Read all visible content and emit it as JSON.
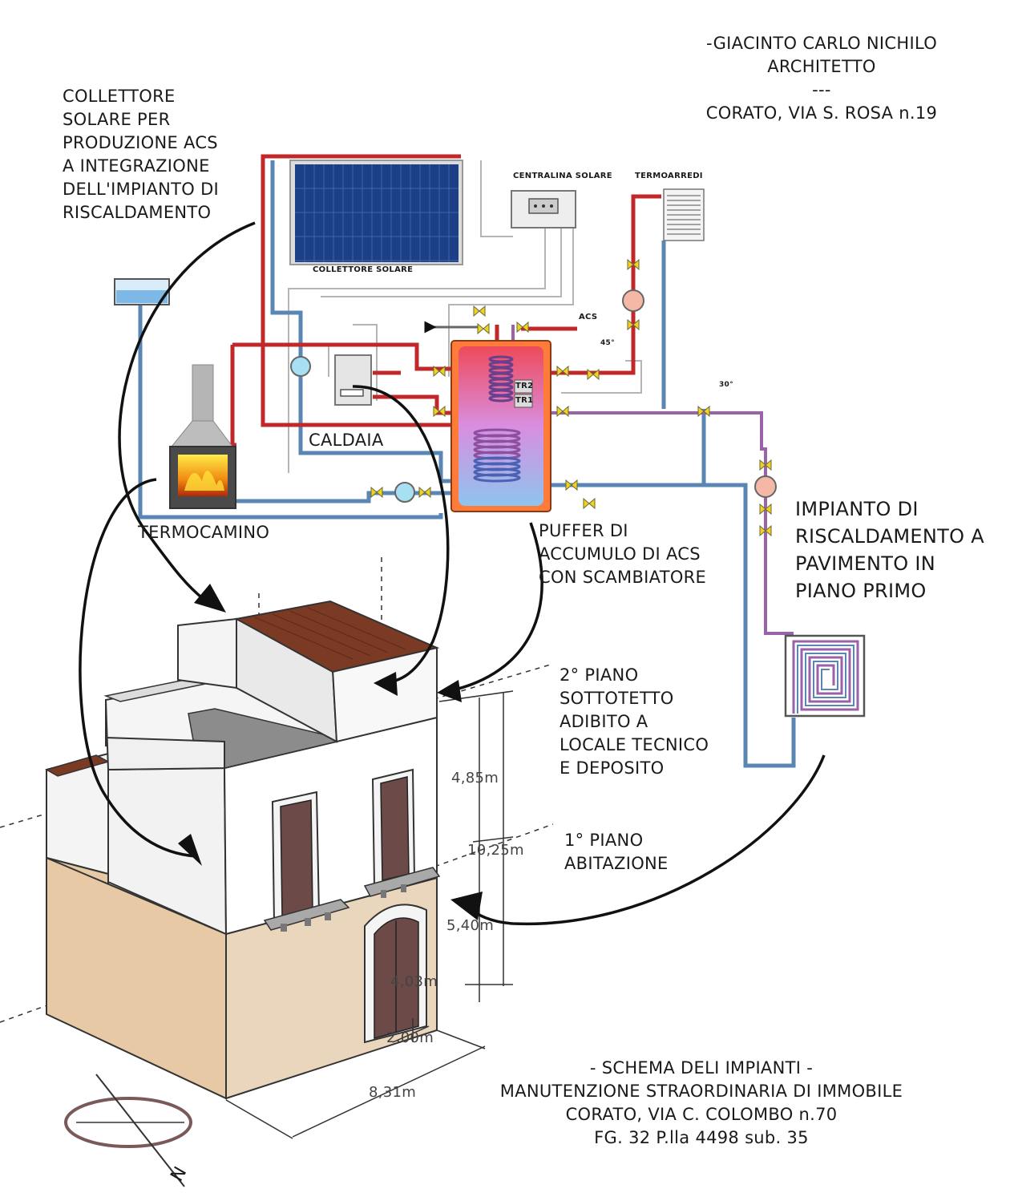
{
  "header": {
    "author": "-GIACINTO CARLO NICHILO",
    "role": "ARCHITETTO",
    "separator": "---",
    "address": "CORATO, VIA S. ROSA n.19"
  },
  "callouts": {
    "collettore": [
      "COLLETTORE",
      "SOLARE PER",
      "PRODUZIONE ACS",
      "A INTEGRAZIONE",
      "DELL'IMPIANTO DI",
      "RISCALDAMENTO"
    ],
    "caldaia": "CALDAIA",
    "termocamino": "TERMOCAMINO",
    "puffer": [
      "PUFFER DI",
      "ACCUMULO DI ACS",
      "CON SCAMBIATORE"
    ],
    "impianto": [
      "IMPIANTO DI",
      "RISCALDAMENTO A",
      "PAVIMENTO IN",
      "PIANO PRIMO"
    ],
    "piano2": [
      "2° PIANO",
      "SOTTOTETTO",
      "ADIBITO A",
      "LOCALE TECNICO",
      "E DEPOSITO"
    ],
    "piano1": [
      "1° PIANO",
      "ABITAZIONE"
    ]
  },
  "schematic_labels": {
    "centralina": "CENTRALINA SOLARE",
    "termoarredi": "TERMOARREDI",
    "collettore_solare": "COLLETTORE SOLARE",
    "acs": "ACS",
    "temp1": "45°",
    "temp2": "30°",
    "tr2": "TR2",
    "tr1": "TR1"
  },
  "dimensions": {
    "h_sottotetto": "4,85m",
    "h_total": "10,25m",
    "h_ground": "5,40m",
    "h_door": "4,03m",
    "w_door": "2,00m",
    "w_facade": "8,31m"
  },
  "compass": {
    "north": "N"
  },
  "footer": {
    "title": "- SCHEMA DELI IMPIANTI -",
    "subtitle": "MANUTENZIONE STRAORDINARIA DI IMMOBILE",
    "address": "CORATO, VIA C. COLOMBO n.70",
    "cadastral": "FG. 32 P.lla 4498 sub. 35"
  },
  "colors": {
    "hot_pipe": "#c0282a",
    "cold_pipe": "#5a86b4",
    "purple_pipe": "#9a62a8",
    "panel": "#1d3f86",
    "wall": "#f2f2f2",
    "ground_floor": "#e8c9a6",
    "roof": "#7a3a24",
    "door": "#6b4a48"
  }
}
